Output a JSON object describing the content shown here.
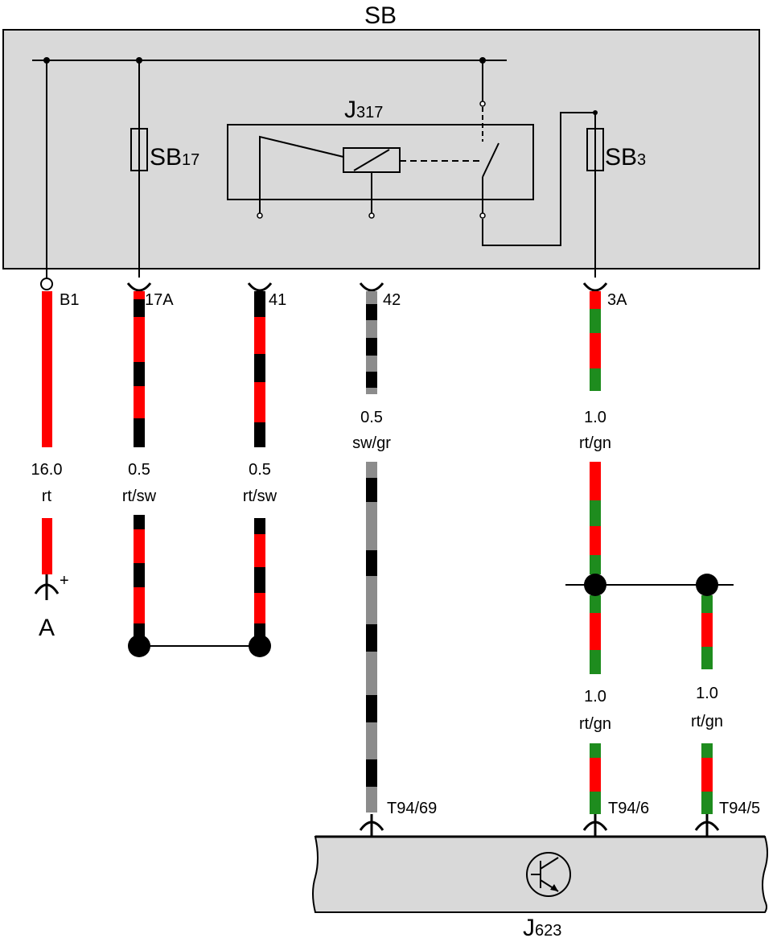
{
  "labels": {
    "sb": "SB",
    "j317_main": "J",
    "j317_sub": "317",
    "sb17_main": "SB",
    "sb17_sub": "17",
    "sb3_main": "SB",
    "sb3_sub": "3",
    "j623_main": "J",
    "j623_sub": "623",
    "ground_a": "A",
    "plus": "+"
  },
  "pins": {
    "b1": "B1",
    "p17a": "17A",
    "p41": "41",
    "p42": "42",
    "p3a": "3A",
    "t94_69": "T94/69",
    "t94_6": "T94/6",
    "t94_5": "T94/5"
  },
  "wires": {
    "w_b1": {
      "size": "16.0",
      "color": "rt"
    },
    "w_17a": {
      "size": "0.5",
      "color": "rt/sw"
    },
    "w_41": {
      "size": "0.5",
      "color": "rt/sw"
    },
    "w_42": {
      "size": "0.5",
      "color": "sw/gr"
    },
    "w_3a": {
      "size": "1.0",
      "color": "rt/gn"
    },
    "w_t94_6": {
      "size": "1.0",
      "color": "rt/gn"
    },
    "w_t94_5": {
      "size": "1.0",
      "color": "rt/gn"
    }
  },
  "colors": {
    "box_fill": "#d9d9d9",
    "wire_red": "#ff0000",
    "wire_black": "#000000",
    "wire_grey": "#8c8c8c",
    "wire_green": "#1e8c1e"
  }
}
